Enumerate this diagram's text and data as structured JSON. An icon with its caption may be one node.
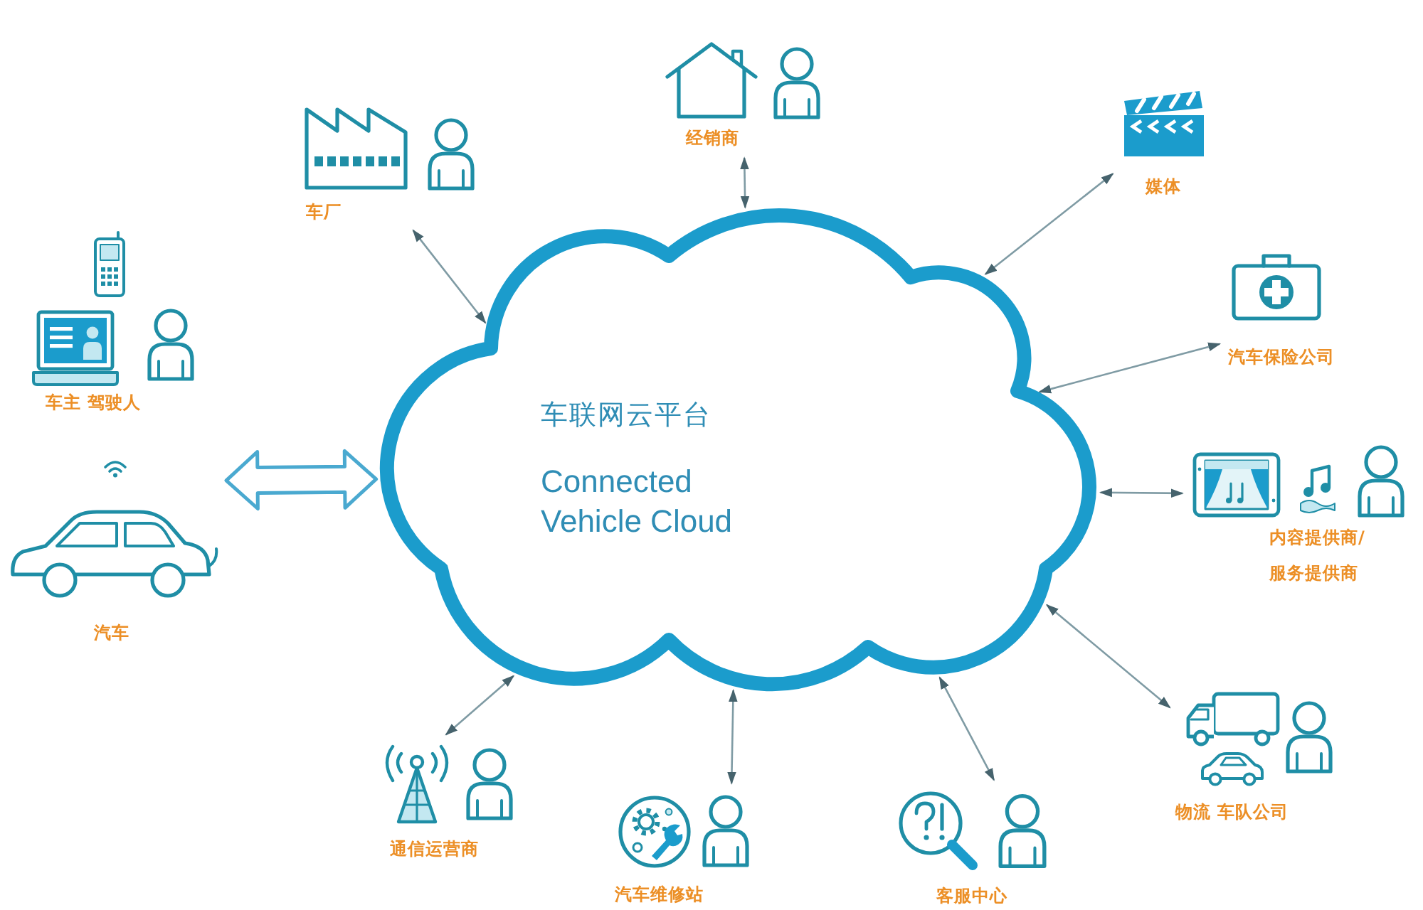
{
  "diagram": {
    "nodes": [
      {
        "text": [
          "车联网云平台",
          "Connected Vehicle Cloud"
        ]
      },
      {
        "text": [
          "经销商"
        ]
      },
      {
        "text": [
          "车厂"
        ]
      },
      {
        "text": [
          "媒体"
        ]
      },
      {
        "text": [
          "车主 驾驶人"
        ]
      },
      {
        "text": [
          "汽车保险公司"
        ]
      },
      {
        "text": [
          "汽车"
        ]
      },
      {
        "text": [
          "内容提供商/服务提供商"
        ]
      },
      {
        "text": [
          "物流 车队公司"
        ]
      },
      {
        "text": [
          "通信运营商"
        ]
      },
      {
        "text": [
          "客服中心"
        ]
      },
      {
        "text": [
          "汽车维修站"
        ]
      }
    ],
    "edges": [
      {
        "from": 0,
        "to": 1,
        "arrow": "both"
      },
      {
        "from": 0,
        "to": 2,
        "arrow": "both"
      },
      {
        "from": 0,
        "to": 3,
        "arrow": "both"
      },
      {
        "from": 0,
        "to": 5,
        "arrow": "both"
      },
      {
        "from": 0,
        "to": 6,
        "arrow": "both",
        "style": "thick",
        "color": "#4aa9d0"
      },
      {
        "from": 0,
        "to": 7,
        "arrow": "both"
      },
      {
        "from": 0,
        "to": 8,
        "arrow": "both"
      },
      {
        "from": 0,
        "to": 9,
        "arrow": "both"
      },
      {
        "from": 0,
        "to": 10,
        "arrow": "both"
      },
      {
        "from": 0,
        "to": 11,
        "arrow": "both"
      }
    ]
  }
}
